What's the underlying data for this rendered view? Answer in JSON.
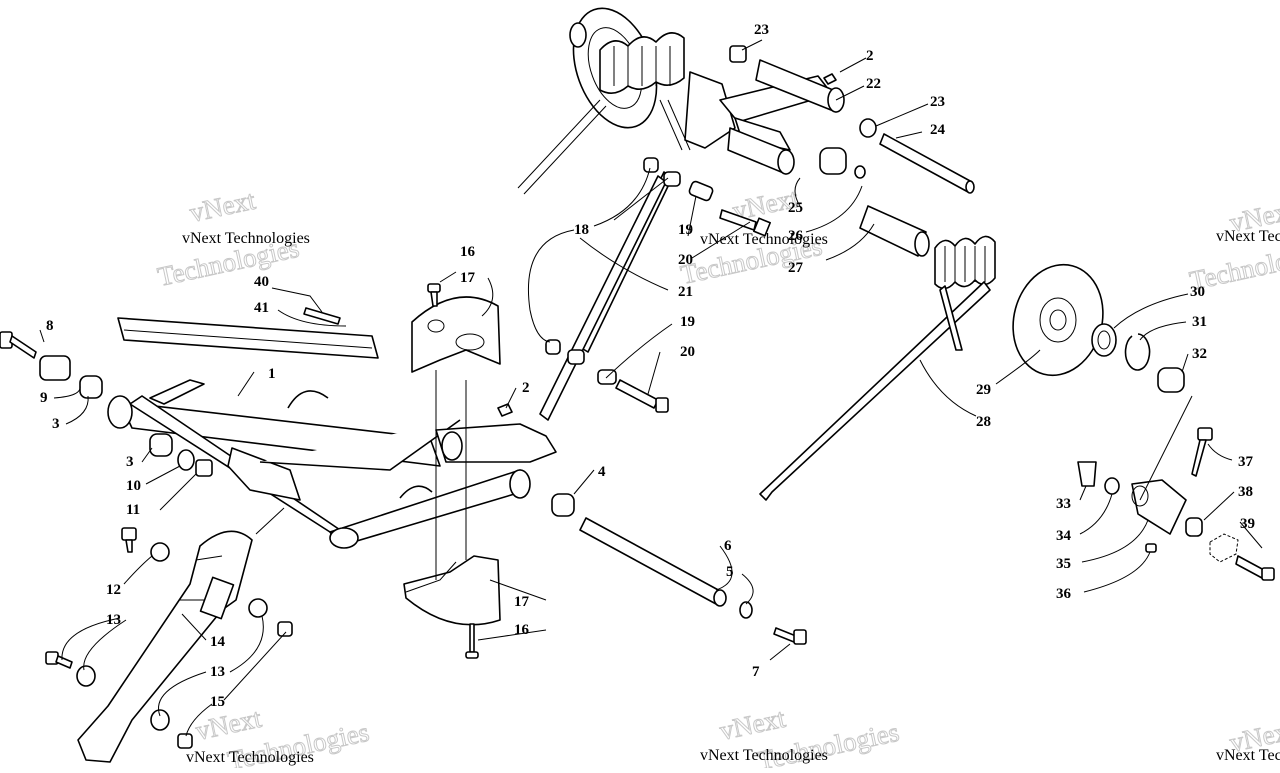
{
  "watermark": {
    "company": "vNext Technologies",
    "outline_line1": "vNext",
    "outline_line2": "Technologies"
  },
  "callouts": [
    {
      "id": "c1",
      "label": "1"
    },
    {
      "id": "c2a",
      "label": "2"
    },
    {
      "id": "c2b",
      "label": "2"
    },
    {
      "id": "c3a",
      "label": "3"
    },
    {
      "id": "c3b",
      "label": "3"
    },
    {
      "id": "c4",
      "label": "4"
    },
    {
      "id": "c5",
      "label": "5"
    },
    {
      "id": "c6",
      "label": "6"
    },
    {
      "id": "c7",
      "label": "7"
    },
    {
      "id": "c8",
      "label": "8"
    },
    {
      "id": "c9",
      "label": "9"
    },
    {
      "id": "c10",
      "label": "10"
    },
    {
      "id": "c11",
      "label": "11"
    },
    {
      "id": "c12",
      "label": "12"
    },
    {
      "id": "c13a",
      "label": "13"
    },
    {
      "id": "c13b",
      "label": "13"
    },
    {
      "id": "c14",
      "label": "14"
    },
    {
      "id": "c15",
      "label": "15"
    },
    {
      "id": "c16a",
      "label": "16"
    },
    {
      "id": "c16b",
      "label": "16"
    },
    {
      "id": "c17a",
      "label": "17"
    },
    {
      "id": "c17b",
      "label": "17"
    },
    {
      "id": "c18",
      "label": "18"
    },
    {
      "id": "c19a",
      "label": "19"
    },
    {
      "id": "c19b",
      "label": "19"
    },
    {
      "id": "c20a",
      "label": "20"
    },
    {
      "id": "c20b",
      "label": "20"
    },
    {
      "id": "c21",
      "label": "21"
    },
    {
      "id": "c22",
      "label": "22"
    },
    {
      "id": "c23a",
      "label": "23"
    },
    {
      "id": "c23b",
      "label": "23"
    },
    {
      "id": "c24",
      "label": "24"
    },
    {
      "id": "c25",
      "label": "25"
    },
    {
      "id": "c26",
      "label": "26"
    },
    {
      "id": "c27",
      "label": "27"
    },
    {
      "id": "c28",
      "label": "28"
    },
    {
      "id": "c29",
      "label": "29"
    },
    {
      "id": "c30",
      "label": "30"
    },
    {
      "id": "c31",
      "label": "31"
    },
    {
      "id": "c32",
      "label": "32"
    },
    {
      "id": "c33",
      "label": "33"
    },
    {
      "id": "c34",
      "label": "34"
    },
    {
      "id": "c35",
      "label": "35"
    },
    {
      "id": "c36",
      "label": "36"
    },
    {
      "id": "c37",
      "label": "37"
    },
    {
      "id": "c38",
      "label": "38"
    },
    {
      "id": "c39",
      "label": "39"
    },
    {
      "id": "c40",
      "label": "40"
    },
    {
      "id": "c41",
      "label": "41"
    }
  ]
}
